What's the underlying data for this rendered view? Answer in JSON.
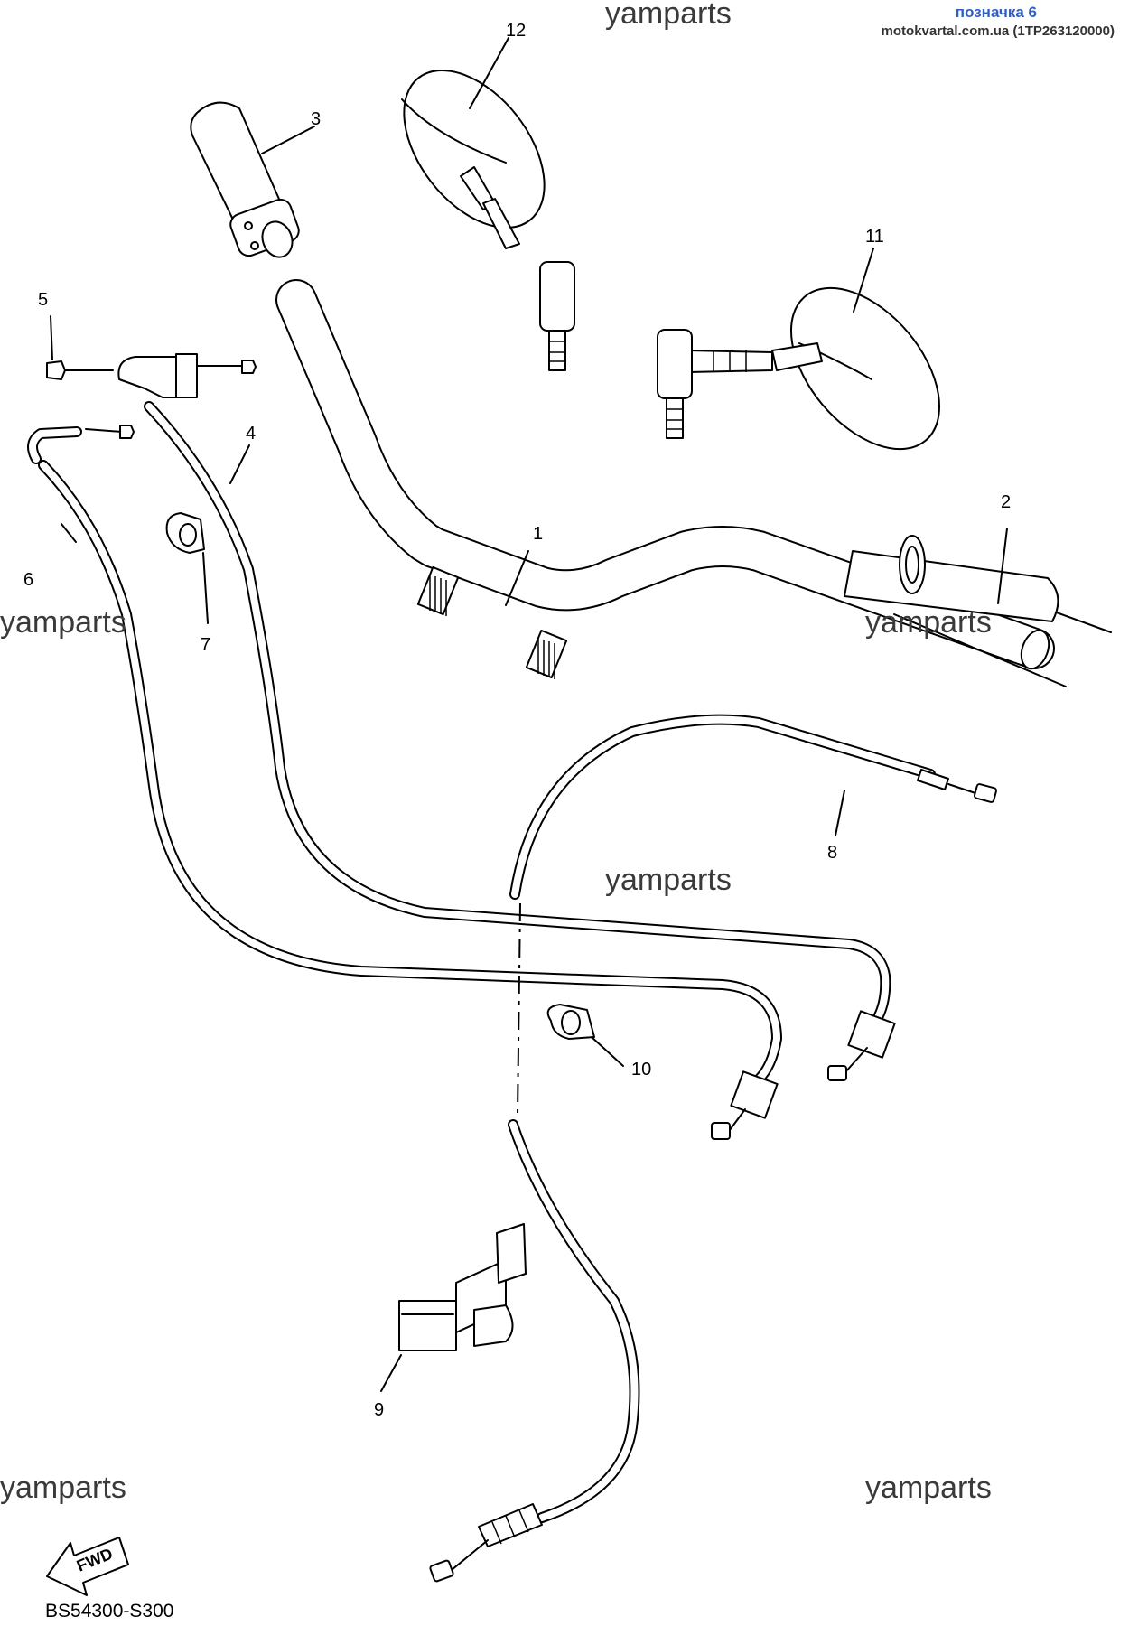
{
  "header": {
    "label": "позначка 6",
    "source": "motokvartal.com.ua (1TP263120000)"
  },
  "watermark": "yamparts",
  "diagram_code": "BS54300-S300",
  "fwd_label": "FWD",
  "callouts": [
    "1",
    "2",
    "3",
    "4",
    "5",
    "6",
    "7",
    "8",
    "9",
    "10",
    "11",
    "12"
  ]
}
